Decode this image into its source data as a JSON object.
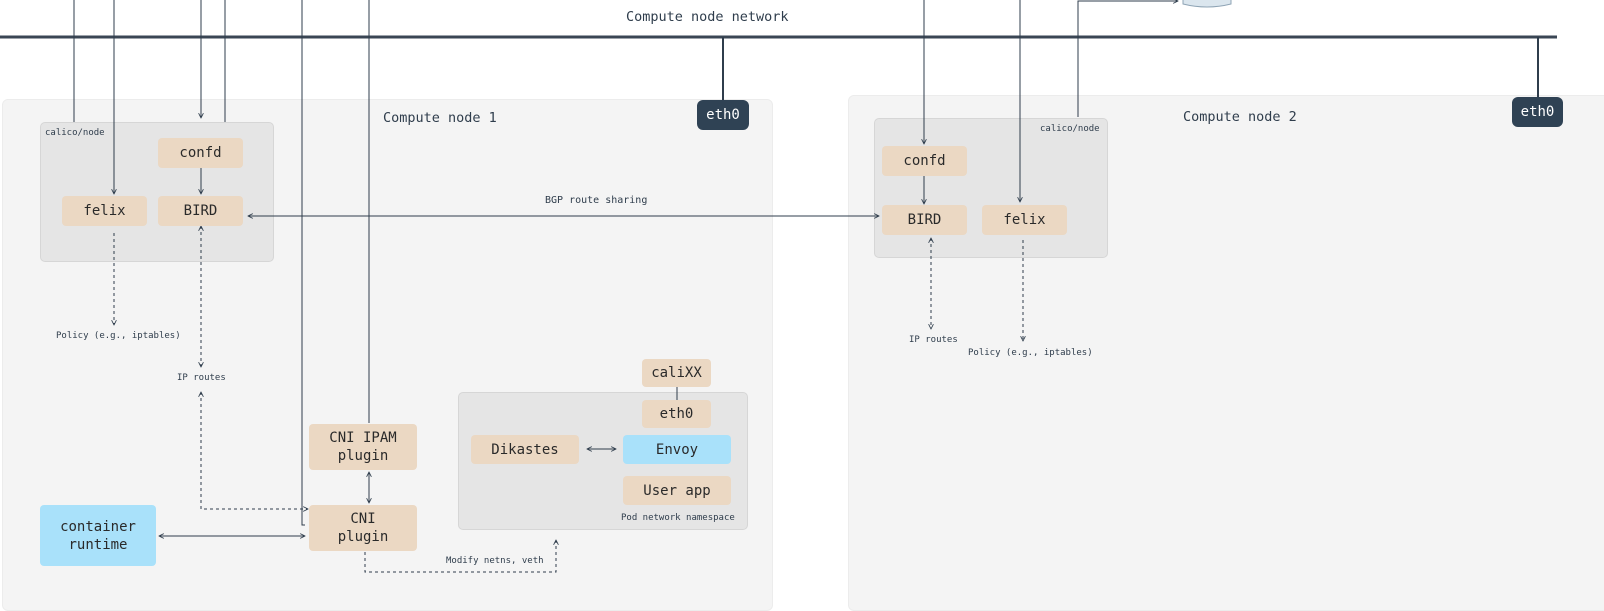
{
  "network": {
    "label": "Compute node network"
  },
  "node1": {
    "title": "Compute node 1",
    "eth": "eth0",
    "group_label": "calico/node",
    "confd": "confd",
    "felix": "felix",
    "bird": "BIRD",
    "policy_label": "Policy (e.g., iptables)",
    "ip_routes_label": "IP routes",
    "cni_ipam": "CNI IPAM plugin",
    "cni_plugin": "CNI plugin",
    "container_runtime": "container runtime",
    "modify_label": "Modify netns, veth",
    "pod": {
      "label": "Pod network namespace",
      "calixx": "caliXX",
      "eth": "eth0",
      "dikastes": "Dikastes",
      "envoy": "Envoy",
      "user_app": "User app"
    }
  },
  "bgp_label": "BGP route sharing",
  "node2": {
    "title": "Compute node 2",
    "eth": "eth0",
    "group_label": "calico/node",
    "confd": "confd",
    "bird": "BIRD",
    "felix": "felix",
    "ip_routes_label": "IP routes",
    "policy_label": "Policy (e.g., iptables)"
  },
  "colors": {
    "accent_tan": "#ebd8c3",
    "accent_blue": "#a9e1fa",
    "eth_dark": "#2f4254",
    "line": "#2f3d4c"
  }
}
